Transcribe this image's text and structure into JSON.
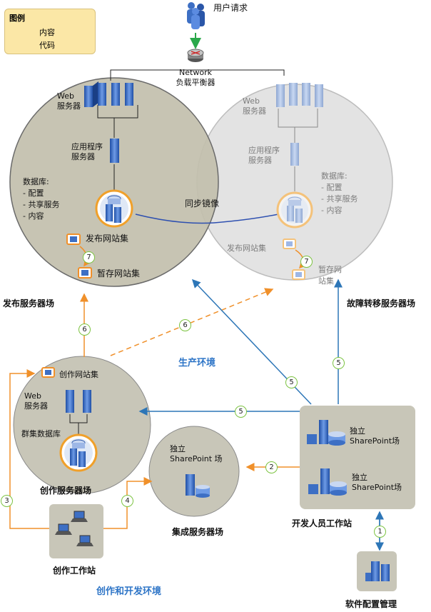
{
  "legend": {
    "title": "图例",
    "content": "内容",
    "code": "代码"
  },
  "colors": {
    "content": "#f0902a",
    "code": "#2d76b7",
    "step": "#7cc341"
  },
  "top": {
    "user_request": "用户请求",
    "load_balancer": "Network\n负载平衡器"
  },
  "publishing_farm": {
    "web_servers": "Web\n服务器",
    "app_server": "应用程序\n服务器",
    "databases": "数据库:\n- 配置\n- 共享服务\n- 内容",
    "publish_site": "发布网站集",
    "staging_site": "暂存网站集",
    "name": "发布服务器场"
  },
  "failover_farm": {
    "web_servers": "Web\n服务器",
    "app_server": "应用程序\n服务器",
    "databases": "数据库:\n- 配置\n- 共享服务\n- 内容",
    "publish_site": "发布网站集",
    "staging_site": "暂存网\n站集",
    "name": "故障转移服务器场"
  },
  "sync_mirror": "同步镜像",
  "production_env": "生产环境",
  "authoring_farm": {
    "site": "创作网站集",
    "web_servers": "Web\n服务器",
    "cluster_db": "群集数据库",
    "name": "创作服务器场"
  },
  "integration_farm": {
    "standalone": "独立\nSharePoint 场",
    "name": "集成服务器场"
  },
  "dev_workstations": {
    "farm1": "独立\nSharePoint场",
    "farm2": "独立\nSharePoint场",
    "name": "开发人员工作站"
  },
  "authoring_workstation": "创作工作站",
  "authoring_dev_env": "创作和开发环境",
  "software_config": "软件配置管理",
  "steps": [
    "7",
    "7",
    "6",
    "6",
    "5",
    "5",
    "5",
    "2",
    "3",
    "4",
    "1"
  ]
}
